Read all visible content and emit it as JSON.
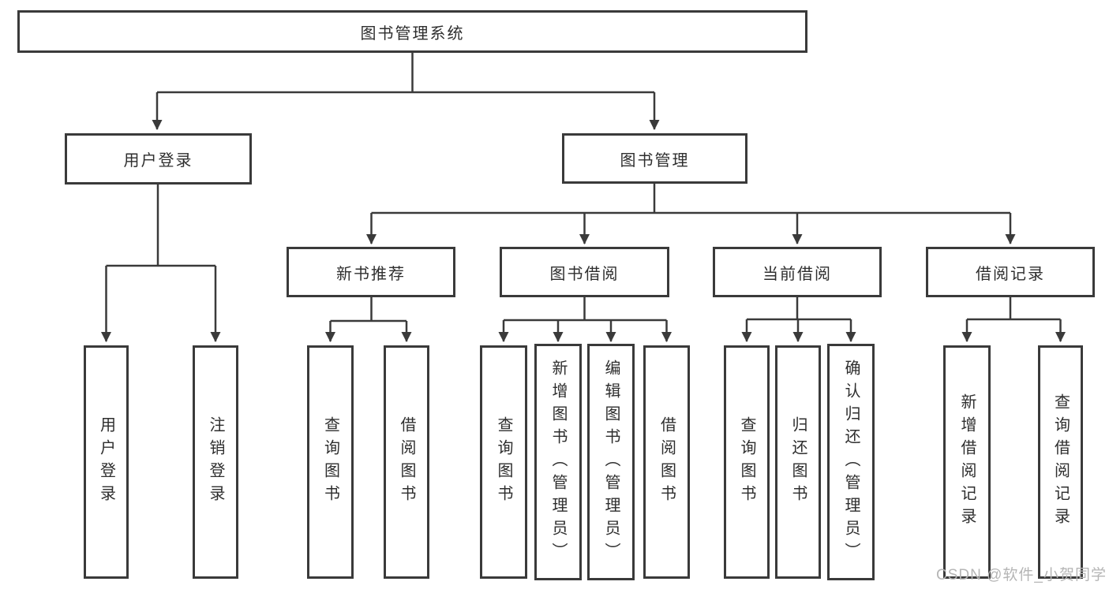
{
  "diagram": {
    "type": "hierarchy-tree",
    "colors": {
      "background": "#ffffff",
      "box_border": "#3a3a3a",
      "line": "#3a3a3a",
      "text": "#2e2e2e",
      "watermark": "#b5b5b5"
    },
    "watermark": "CSDN @软件_小贺同学",
    "tree": {
      "label": "图书管理系统",
      "children": [
        {
          "label": "用户登录",
          "children": [
            {
              "label": "用户登录"
            },
            {
              "label": "注销登录"
            }
          ]
        },
        {
          "label": "图书管理",
          "children": [
            {
              "label": "新书推荐",
              "children": [
                {
                  "label": "查询图书"
                },
                {
                  "label": "借阅图书"
                }
              ]
            },
            {
              "label": "图书借阅",
              "children": [
                {
                  "label": "查询图书"
                },
                {
                  "label": "新增图书（管理员）"
                },
                {
                  "label": "编辑图书（管理员）"
                },
                {
                  "label": "借阅图书"
                }
              ]
            },
            {
              "label": "当前借阅",
              "children": [
                {
                  "label": "查询图书"
                },
                {
                  "label": "归还图书"
                },
                {
                  "label": "确认归还（管理员）"
                }
              ]
            },
            {
              "label": "借阅记录",
              "children": [
                {
                  "label": "新增借阅记录"
                },
                {
                  "label": "查询借阅记录"
                }
              ]
            }
          ]
        }
      ]
    }
  }
}
